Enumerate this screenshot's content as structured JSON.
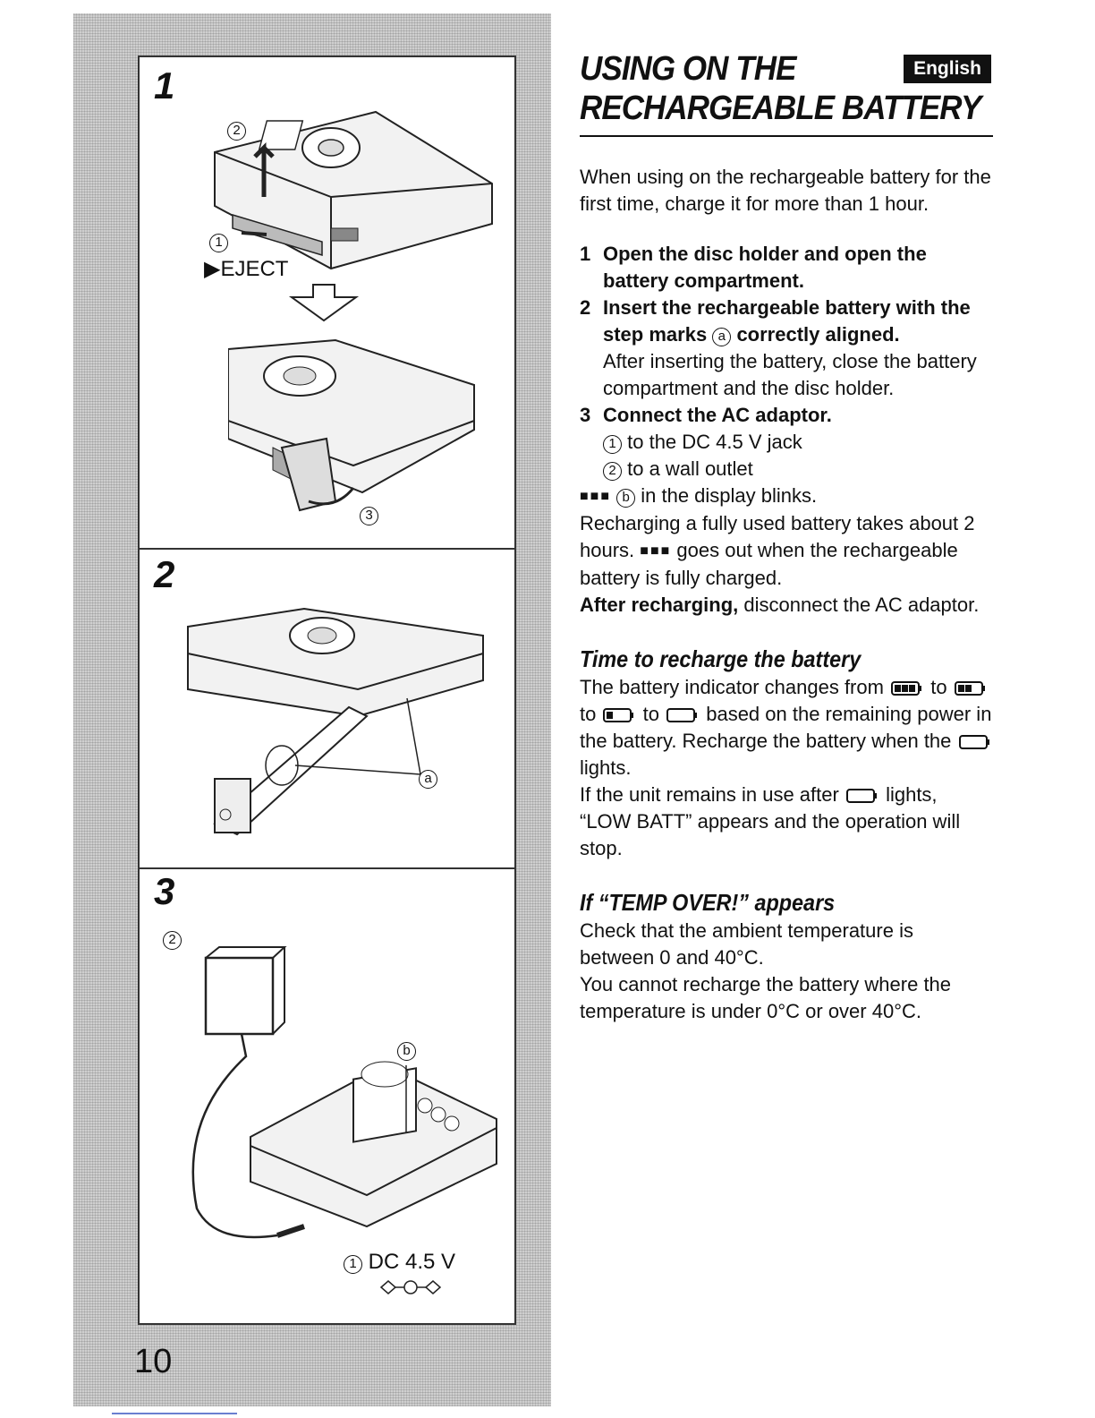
{
  "illustration": {
    "step1_label": "1",
    "step2_label": "2",
    "step3_label": "3",
    "circ1": "1",
    "circ2": "2",
    "circ3": "3",
    "eject_label": "▶EJECT",
    "mark_a": "a",
    "mark_b": "b",
    "dc_label": "DC 4.5 V",
    "page_number": "10"
  },
  "header": {
    "title_line1": "USING ON THE",
    "title_line2": "RECHARGEABLE BATTERY",
    "language_badge": "English"
  },
  "intro": "When using on the rechargeable battery for the first time, charge it for more than 1 hour.",
  "steps": [
    {
      "num": "1",
      "head": "Open the disc holder and open the battery compartment."
    },
    {
      "num": "2",
      "head_pre": "Insert the rechargeable battery with the step marks",
      "mark": "a",
      "head_post": "correctly aligned.",
      "detail": "After inserting the battery, close the battery compartment and the disc holder."
    },
    {
      "num": "3",
      "head": "Connect the AC adaptor.",
      "sub1_mark": "1",
      "sub1": "to the DC 4.5 V jack",
      "sub2_mark": "2",
      "sub2": "to a wall outlet"
    }
  ],
  "blink": {
    "squares": "■■■",
    "mark": "b",
    "text": "in the display blinks."
  },
  "recharge_time_pre": "Recharging a fully used battery takes about 2 hours.",
  "recharge_squares": "■■■",
  "recharge_time_post": "goes out when the rechargeable battery is fully charged.",
  "after_bold": "After recharging,",
  "after_text": "disconnect the AC adaptor.",
  "time_section": {
    "heading": "Time to recharge the battery",
    "t1": "The battery indicator changes from",
    "t2": "to",
    "t3": "to",
    "t4": "to",
    "t5": "based on the remaining power in the battery. Recharge the battery when the",
    "t6": "lights.",
    "t7": "If the unit remains in use after",
    "t8": "lights, “LOW BATT” appears and the operation will stop."
  },
  "temp_section": {
    "heading": "If  “TEMP OVER!” appears",
    "p1": "Check that the ambient temperature is between 0 and 40°C.",
    "p2": "You cannot recharge the battery where the temperature is under 0°C or over 40°C."
  }
}
